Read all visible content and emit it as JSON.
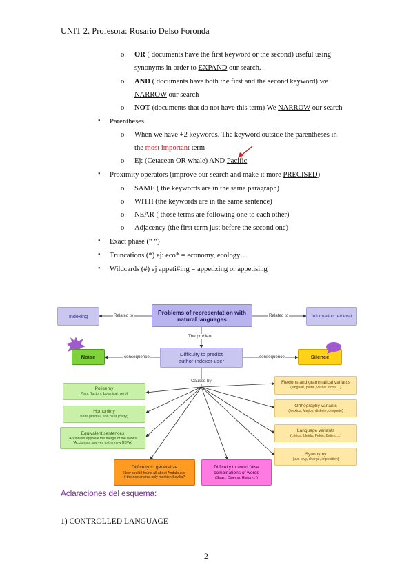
{
  "header": "UNIT 2. Profesora: Rosario Delso Foronda",
  "list": {
    "or_kw": "OR",
    "or_text1": " ( documents have the first keyword or the second) useful using",
    "or_text2a": "synonyms in order to ",
    "or_expand": "EXPAND",
    "or_text2b": " our search.",
    "and_kw": "AND",
    "and_text1": " ( documents have both the first and the second keyword) we",
    "and_narrow": "NARROW",
    "and_text2": " our search",
    "not_kw": "NOT",
    "not_text1": " (documents that do not have this term) We ",
    "not_narrow": "NARROW",
    "not_text2": " our search",
    "parentheses": "Parentheses",
    "par_text1": "When we have +2 keywords. The keyword outside the parentheses in",
    "par_text2a": "the ",
    "par_important": "most important",
    "par_text2b": " term",
    "par_example_a": "Ej: (Cetacean OR whale) AND ",
    "par_example_b": "Pacific",
    "proximity_a": "Proximity operators (improve our search and make it more ",
    "proximity_b": "PRECISED",
    "proximity_c": ")",
    "same": "SAME ( the keywords are in the same paragraph)",
    "with": "WITH (the keywords are in the same sentence)",
    "near": "NEAR ( those terms are following one to each other)",
    "adjacency": "Adjacency (the first term just before the second one)",
    "exact": "Exact phase (“ “)",
    "truncations": "Truncations (*) ej: eco* = economy, ecology…",
    "wildcards": "Wildcards (#) ej appeti#ing = appetizing or appetising",
    "bullet_char": "•",
    "sub_char": "o"
  },
  "diagram": {
    "center_title": "Problems of representation with natural languages",
    "indexing": "Indexing",
    "retrieval": "Information retrieval",
    "related_left": "Related to",
    "related_right": "Related to",
    "the_problem": "The problem",
    "difficulty_title": "Difficulty to predict",
    "difficulty_sub": "author-indexer-user",
    "noise": "Noise",
    "silence": "Silence",
    "consequence_left": "consequence",
    "consequence_right": "consequence",
    "caused_by": "Caused by",
    "polisemy_title": "Polisemy",
    "polisemy_sub": "Plant (factory, botanical, verb)",
    "homonimy_title": "Homonimy",
    "homonimy_sub": "Bear (animal) and bear (carry)",
    "equiv_title": "Equivalent sentences",
    "equiv_sub1": "“Accionists approve the merge of the banks”",
    "equiv_sub2": "“Accionists say yes to the new BBVA”",
    "general_title": "Difficulty to generalize",
    "general_sub1": "How could I found all about Andalousie",
    "general_sub2": "if the documents only mention Sevilla?",
    "false_title": "Difficulty to avoid false",
    "false_title2": "combinations of words",
    "false_sub": "(Spain, Cinema, History…)",
    "flexions_title": "Flexions and grammatical variants",
    "flexions_sub": "(singular, plural, verbal forms…)",
    "ortho_title": "Orthography variants",
    "ortho_sub": "(Mexico, Mejico, diskete, disquete)",
    "lang_title": "Language variants",
    "lang_sub": "(Lérida, Lleida, Pekin, Beijing…)",
    "syn_title": "Synonymy",
    "syn_sub": "(tax, levy, charge, imposition)",
    "colors": {
      "indexing": "#c9c6ef",
      "center": "#b9b4f0",
      "noise": "#7fd23c",
      "silence": "#ffd21a",
      "general": "#ff9b22",
      "false": "#ff7be2",
      "burst": "#a05ad0"
    }
  },
  "section_heading": "Aclaraciones del esquema:",
  "controlled": "1)   CONTROLLED LANGUAGE",
  "page_number": "2"
}
